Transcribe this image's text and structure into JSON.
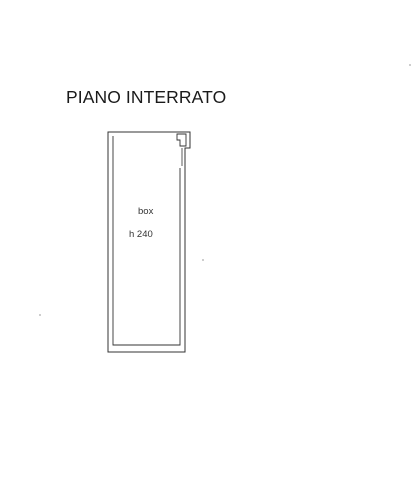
{
  "floor": {
    "title": "PIANO INTERRATO"
  },
  "rooms": [
    {
      "name": "box",
      "height_label": "h 240"
    }
  ],
  "colors": {
    "line": "#333333",
    "background": "#ffffff"
  }
}
